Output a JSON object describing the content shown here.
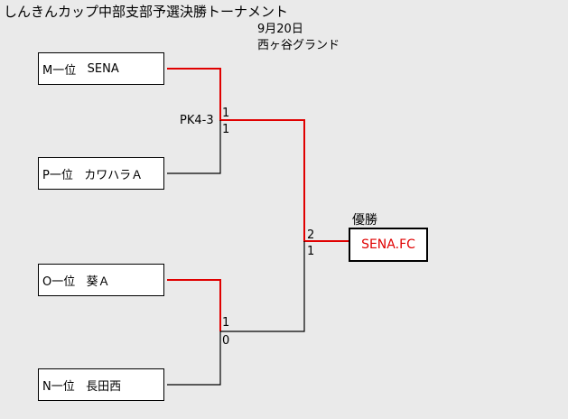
{
  "header": {
    "title": "しんきんカップ中部支部予選決勝トーナメント",
    "date": "9月20日",
    "venue": "西ヶ谷グランド"
  },
  "teams": [
    {
      "rank": "M一位",
      "name": "SENA"
    },
    {
      "rank": "P一位",
      "name": "カワハラＡ"
    },
    {
      "rank": "O一位",
      "name": "葵Ａ"
    },
    {
      "rank": "N一位",
      "name": "長田西"
    }
  ],
  "scores": {
    "semi1_top": "1",
    "semi1_bottom": "1",
    "semi1_pk": "PK4-3",
    "semi2_top": "1",
    "semi2_bottom": "0",
    "final_top": "2",
    "final_bottom": "1"
  },
  "champion": {
    "label": "優勝",
    "name": "SENA.FC"
  },
  "colors": {
    "winner_line": "#e00000",
    "loser_line": "#000000",
    "background": "#eaeaea"
  }
}
